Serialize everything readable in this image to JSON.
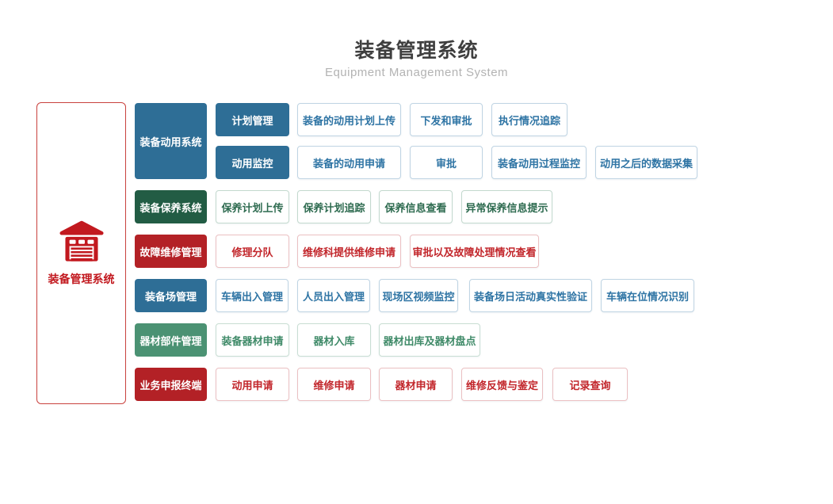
{
  "header": {
    "title": "装备管理系统",
    "subtitle": "Equipment Management System"
  },
  "root": {
    "label": "装备管理系统",
    "icon": "warehouse-icon"
  },
  "palette": {
    "category_blue": "#2e6e96",
    "category_dark_green": "#225c44",
    "category_red": "#b32126",
    "category_green": "#4b9273",
    "leaf_blue_text": "#2e74a4",
    "leaf_dark_green_text": "#2e6b50",
    "leaf_red_text": "#c2262b",
    "leaf_green_text": "#3f8a68",
    "root_red": "#c2191f",
    "title_color": "#3f3f3f",
    "subtitle_color": "#b3b3b3"
  },
  "sections": [
    {
      "label": "装备动用系统",
      "theme": "blue",
      "rows": [
        {
          "solid": "计划管理",
          "leaves": [
            "装备的动用计划上传",
            "下发和审批",
            "执行情况追踪"
          ]
        },
        {
          "solid": "动用监控",
          "leaves": [
            "装备的动用申请",
            "审批",
            "装备动用过程监控",
            "动用之后的数据采集"
          ]
        }
      ]
    },
    {
      "label": "装备保养系统",
      "theme": "green-dark",
      "leaves": [
        "保养计划上传",
        "保养计划追踪",
        "保养信息查看",
        "异常保养信息提示"
      ]
    },
    {
      "label": "故障维修管理",
      "theme": "red",
      "leaves": [
        "修理分队",
        "维修科提供维修申请",
        "审批以及故障处理情况查看"
      ]
    },
    {
      "label": "装备场管理",
      "theme": "blue",
      "leaves": [
        "车辆出入管理",
        "人员出入管理",
        "现场区视频监控",
        "装备场日活动真实性验证",
        "车辆在位情况识别"
      ]
    },
    {
      "label": "器材部件管理",
      "theme": "green",
      "leaves": [
        "装备器材申请",
        "器材入库",
        "器材出库及器材盘点"
      ]
    },
    {
      "label": "业务申报终端",
      "theme": "red",
      "leaves": [
        "动用申请",
        "维修申请",
        "器材申请",
        "维修反馈与鉴定",
        "记录查询"
      ]
    }
  ]
}
